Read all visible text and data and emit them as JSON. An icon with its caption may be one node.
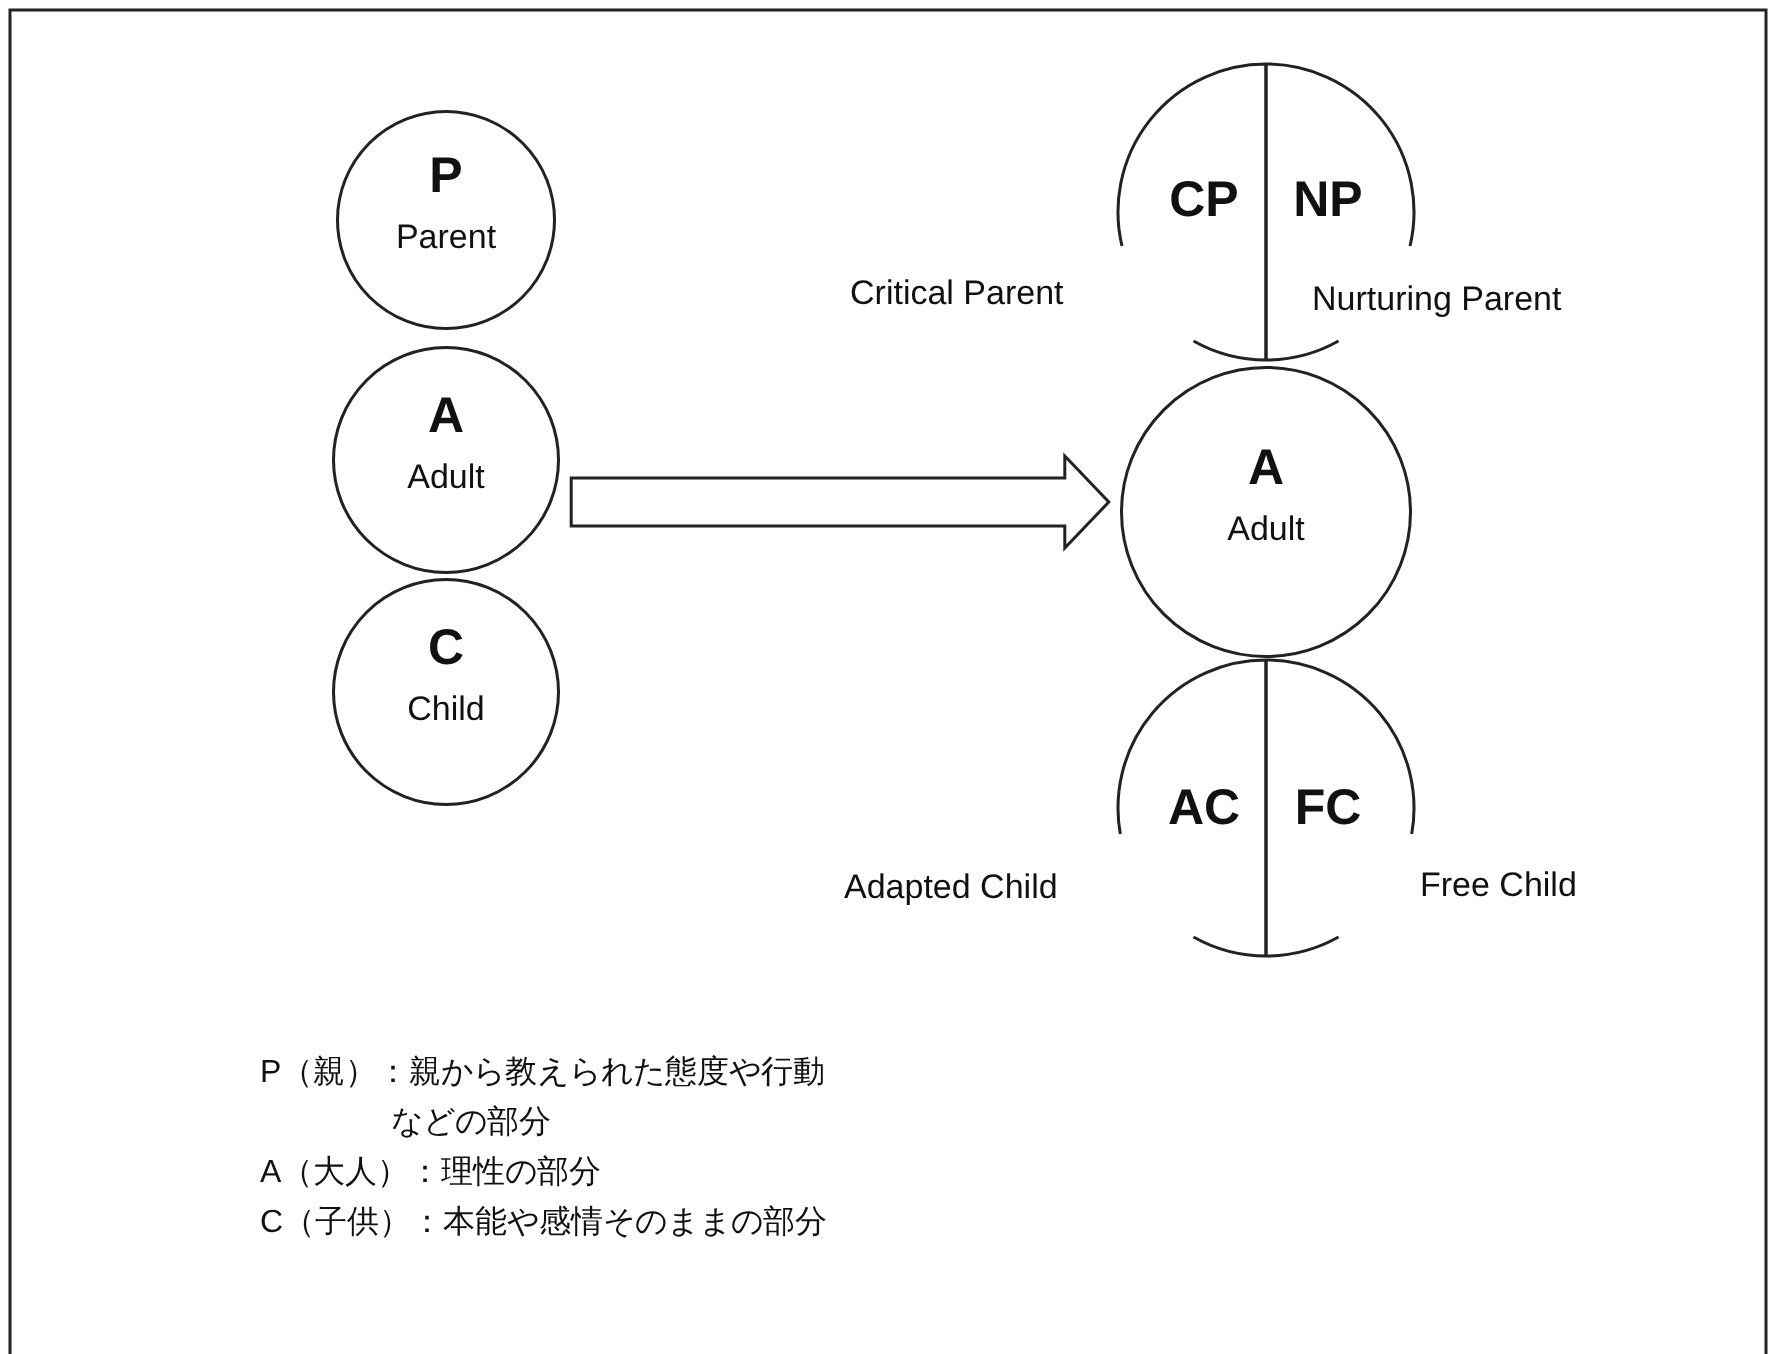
{
  "diagram": {
    "nodes": [
      {
        "text": [
          "P",
          "Parent"
        ]
      },
      {
        "text": [
          "A",
          "Adult"
        ]
      },
      {
        "text": [
          "C",
          "Child"
        ]
      },
      {
        "text": [
          "CP"
        ],
        "beside": [
          "Critical Parent"
        ]
      },
      {
        "text": [
          "NP"
        ],
        "beside": [
          "Nurturing Parent"
        ]
      },
      {
        "text": [
          "A",
          "Adult"
        ]
      },
      {
        "text": [
          "AC"
        ],
        "beside": [
          "Adapted Child"
        ]
      },
      {
        "text": [
          "FC"
        ],
        "beside": [
          "Free Child"
        ]
      }
    ],
    "edges": [
      {
        "from": 1,
        "to": 5,
        "arrow": "to"
      }
    ],
    "labels": [
      "P（親）：親から教えられた態度や行動などの部分",
      "A（大人）：理性の部分",
      "C（子供）：本能や感情そのままの部分"
    ]
  }
}
